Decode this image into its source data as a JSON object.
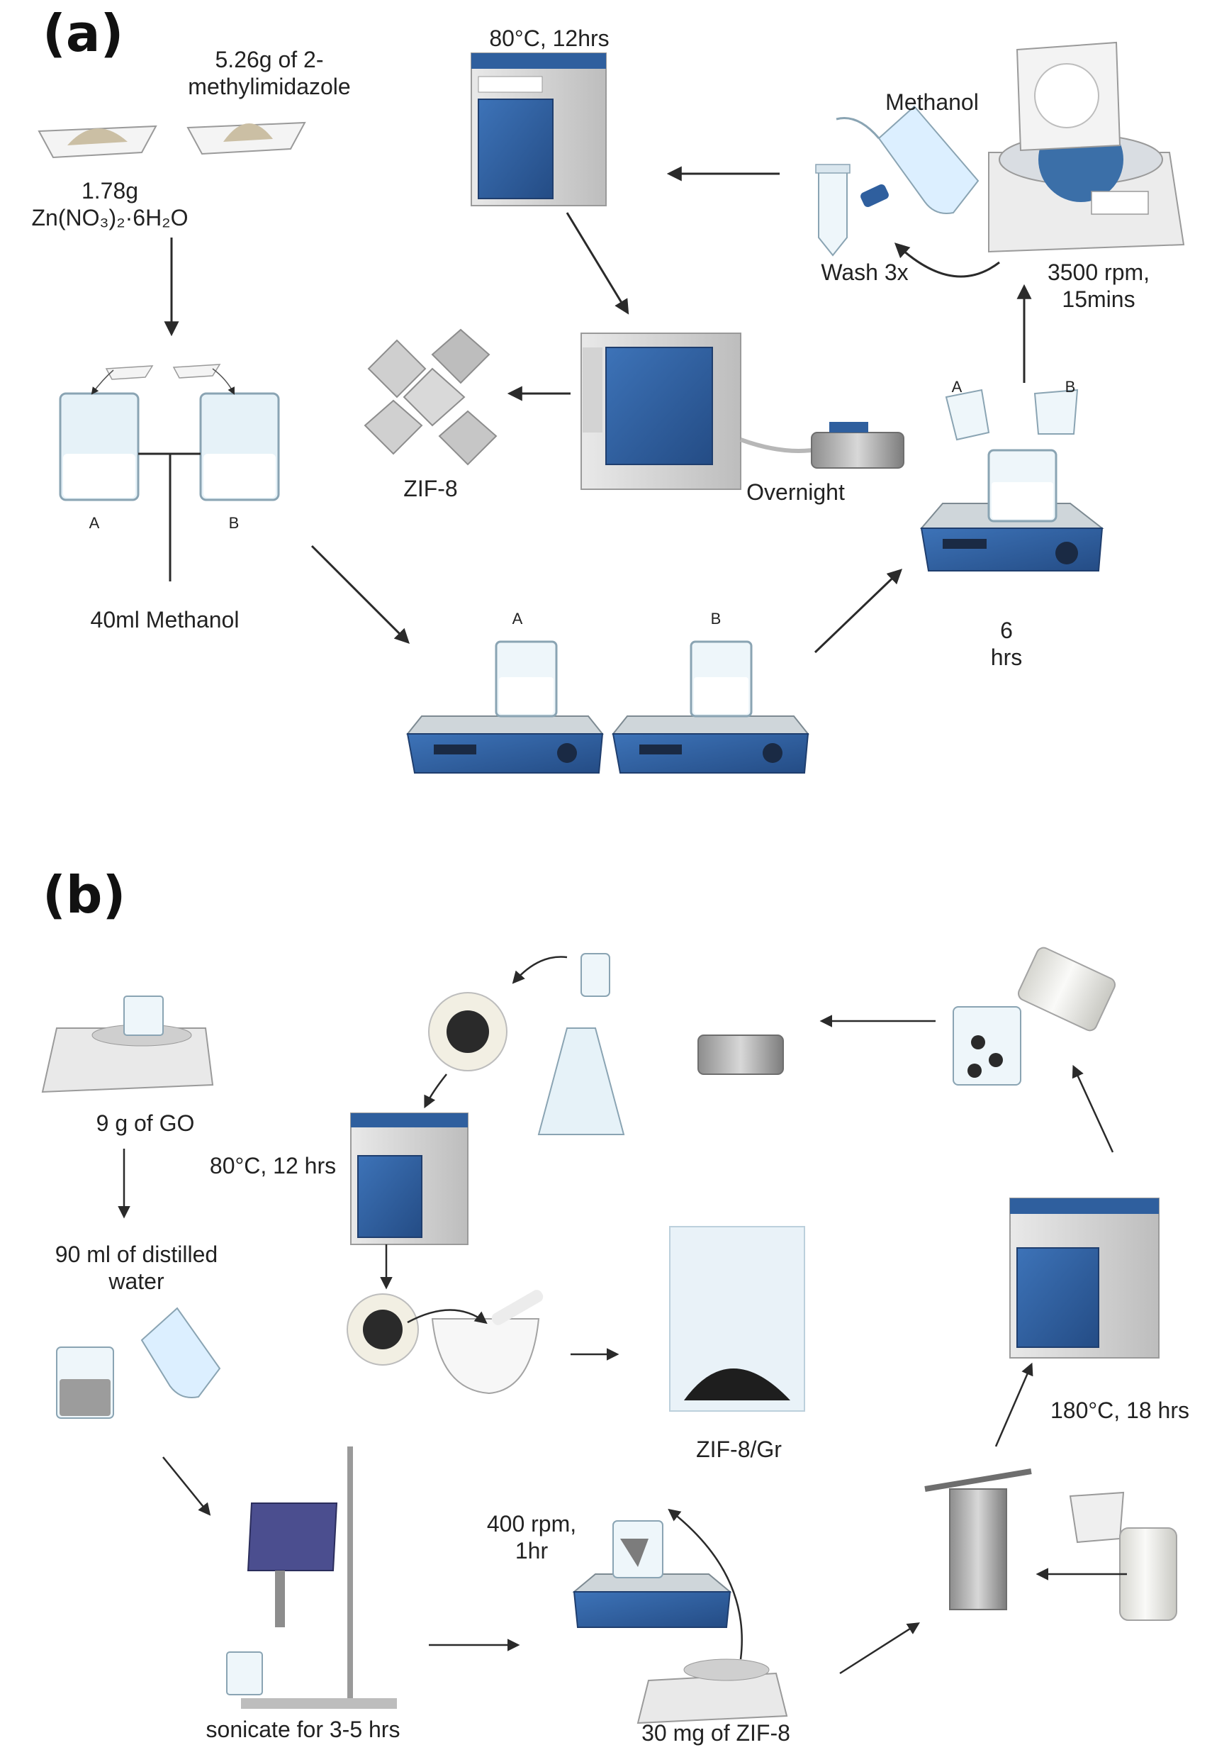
{
  "panel_a": {
    "panel_label": "(a)",
    "reagent_2mim": {
      "line1": "5.26g of 2-",
      "line2": "methylimidazole"
    },
    "reagent_zinc": {
      "line1": "1.78g",
      "formula": "Zn(NO₃)₂·6H₂O"
    },
    "beaker_a": "A",
    "beaker_b": "B",
    "solvent": "40ml Methanol",
    "stir_a": "A",
    "stir_b": "B",
    "mix_a": "A",
    "mix_b": "B",
    "stir_time": {
      "line1": "6",
      "line2": "hrs"
    },
    "centrifuge": {
      "line1": "3500 rpm,",
      "line2": "15mins"
    },
    "wash_solvent": "Methanol",
    "wash": "Wash 3x",
    "oven_condition": "80°C, 12hrs",
    "vacuum_drying": "Overnight",
    "product": "ZIF-8"
  },
  "panel_b": {
    "panel_label": "(b)",
    "go_mass": "9 g of GO",
    "water": {
      "line1": "90 ml of distilled",
      "line2": "water"
    },
    "sonicate": "sonicate for 3-5 hrs",
    "stir": {
      "line1": "400 rpm,",
      "line2": "1hr"
    },
    "zif_mass": "30 mg of ZIF-8",
    "hydrothermal": "180°C, 18 hrs",
    "oven_condition": "80°C, 12 hrs",
    "product": "ZIF-8/Gr"
  },
  "colors": {
    "equipment_blue": "#2f5f9e",
    "equipment_dark": "#1f3e6e",
    "casing_gray": "#dcdcdc",
    "glass": "#e6f2f8",
    "solution": "#ffffff",
    "graphene": "#2a2a2a",
    "arrow": "#2a2a2a"
  }
}
